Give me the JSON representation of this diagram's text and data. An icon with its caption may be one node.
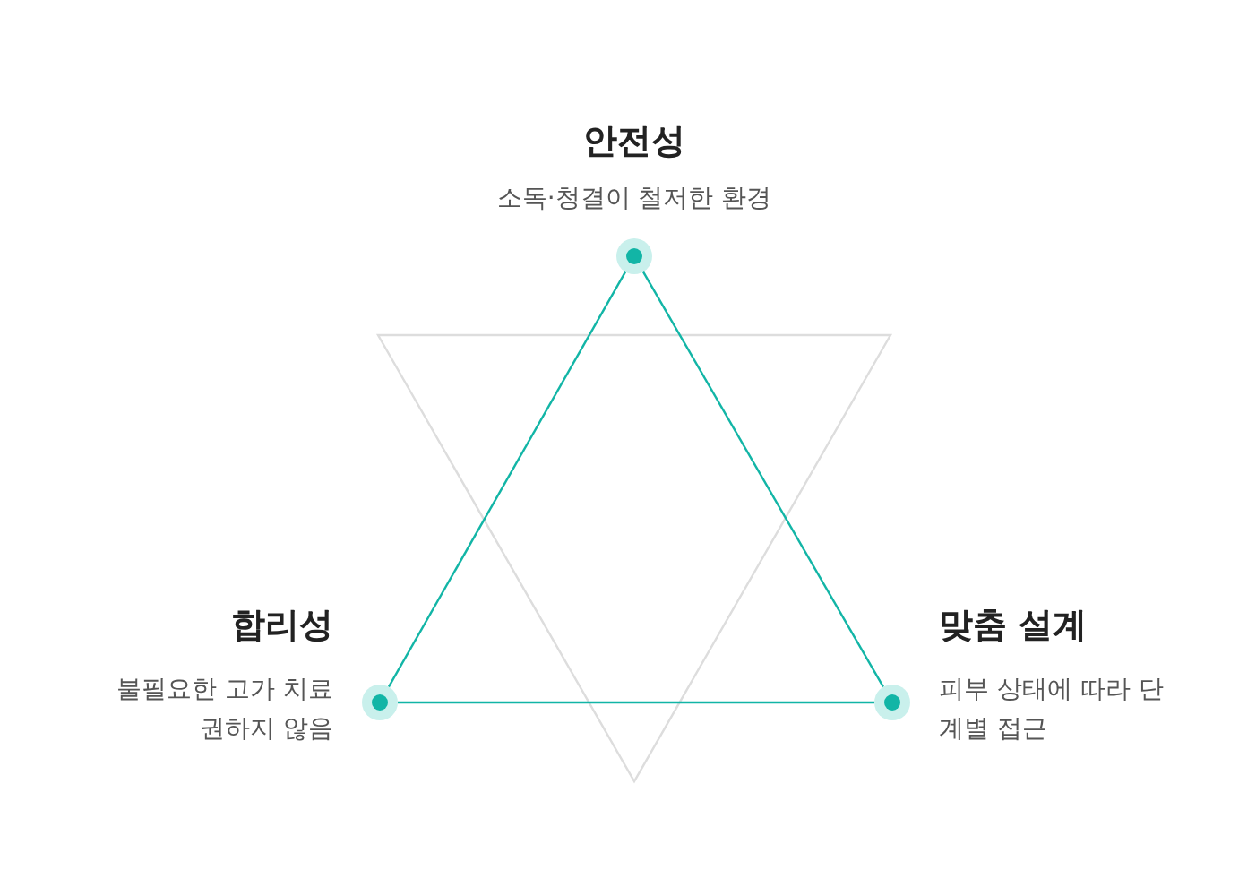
{
  "diagram": {
    "nodes": [
      {
        "text": [],
        "shape": "circle",
        "beside": [
          "안전성",
          "소독·청결이 철저한 환경"
        ]
      },
      {
        "text": [],
        "shape": "circle",
        "beside": [
          "합리성",
          "불필요한 고가 치료 권하지 않음"
        ]
      },
      {
        "text": [],
        "shape": "circle",
        "beside": [
          "맞춤 설계",
          "피부 상태에 따라 단계별 접근"
        ]
      }
    ],
    "edges": [
      {
        "from": 0,
        "to": 1,
        "arrow": "none"
      },
      {
        "from": 1,
        "to": 2,
        "arrow": "none"
      },
      {
        "from": 2,
        "to": 0,
        "arrow": "none"
      }
    ]
  }
}
